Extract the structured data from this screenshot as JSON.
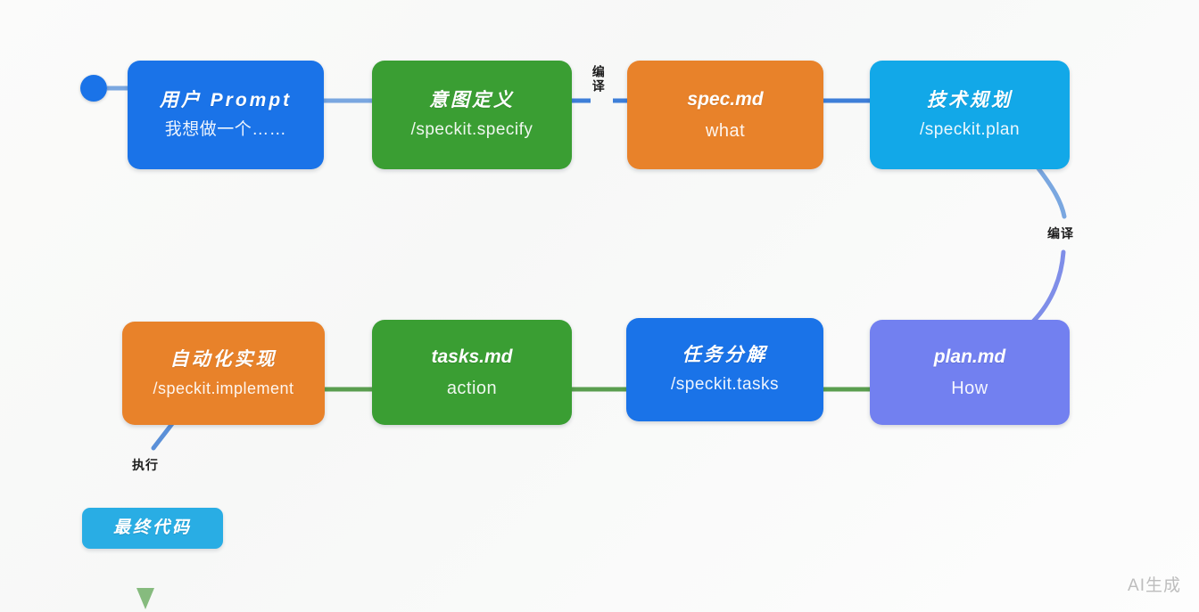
{
  "diagram": {
    "watermark": "AI生成",
    "colors": {
      "blue": "#1a73e8",
      "green": "#3a9e33",
      "orange": "#e8822a",
      "cyan": "#12a8e8",
      "purple": "#7280f0",
      "light_blue": "#29ade4",
      "edge_blue": "#7aa7e0",
      "edge_green": "#5a9e4f",
      "edge_arrow": "#7fb77e"
    },
    "start_node": {
      "label": "start-dot",
      "color": "#1a73e8"
    },
    "nodes": [
      {
        "id": "user-prompt",
        "title": "用户 Prompt",
        "subtitle": "我想做一个……",
        "color": "#1a73e8",
        "script": "cn"
      },
      {
        "id": "intent-definition",
        "title": "意图定义",
        "subtitle": "/speckit.specify",
        "color": "#3a9e33",
        "script": "cn"
      },
      {
        "id": "spec-md",
        "title": "spec.md",
        "subtitle": "what",
        "color": "#e8822a",
        "script": "en"
      },
      {
        "id": "technical-planning",
        "title": "技术规划",
        "subtitle": "/speckit.plan",
        "color": "#12a8e8",
        "script": "cn"
      },
      {
        "id": "plan-md",
        "title": "plan.md",
        "subtitle": "How",
        "color": "#7280f0",
        "script": "en"
      },
      {
        "id": "task-breakdown",
        "title": "任务分解",
        "subtitle": "/speckit.tasks",
        "color": "#1a73e8",
        "script": "cn"
      },
      {
        "id": "tasks-md",
        "title": "tasks.md",
        "subtitle": "action",
        "color": "#3a9e33",
        "script": "en"
      },
      {
        "id": "automated-implementation",
        "title": "自动化实现",
        "subtitle": "/speckit.implement",
        "color": "#e8822a",
        "script": "cn"
      },
      {
        "id": "final-code",
        "title": "最终代码",
        "subtitle": "",
        "color": "#29ade4",
        "script": "cn"
      }
    ],
    "edge_labels": [
      {
        "id": "compile-1",
        "text": "编译"
      },
      {
        "id": "compile-2",
        "text": "编译"
      },
      {
        "id": "execute",
        "text": "执行"
      }
    ]
  }
}
